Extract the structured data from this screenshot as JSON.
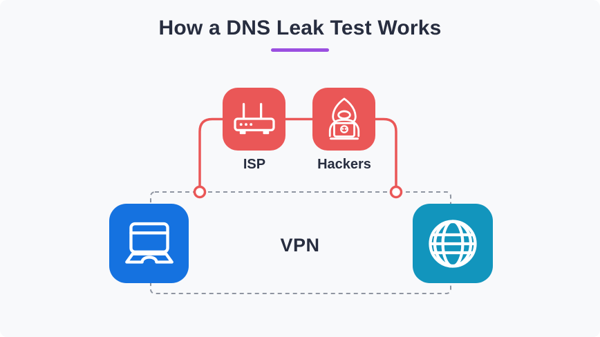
{
  "title": {
    "text": "How a DNS Leak Test Works",
    "accent_underline_color": "#9b4fe0"
  },
  "diagram": {
    "isp": {
      "label": "ISP",
      "color": "#ea5757",
      "icon": "router-icon"
    },
    "hackers": {
      "label": "Hackers",
      "color": "#ea5757",
      "icon": "hacker-icon"
    },
    "device": {
      "color": "#1572e0",
      "icon": "laptop-icon"
    },
    "internet": {
      "color": "#1295bd",
      "icon": "globe-icon"
    },
    "tunnel": {
      "label": "VPN",
      "border_color": "#8f95a1",
      "border_style": "dashed"
    },
    "connector_color": "#ea5757"
  },
  "colors": {
    "card_background": "#f8f9fb",
    "text": "#272d3f",
    "icon_stroke": "#ffffff"
  }
}
